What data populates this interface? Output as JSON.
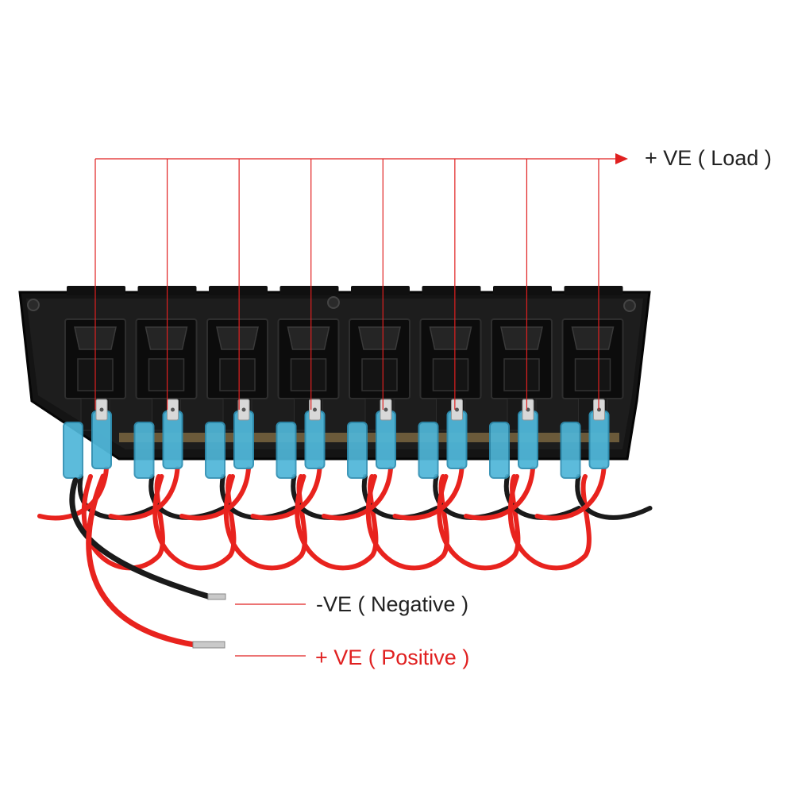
{
  "labels": {
    "load": "+ VE ( Load )",
    "negative": "-VE ( Negative )",
    "positive": "+ VE ( Positive )"
  },
  "switch_count": 8,
  "colors": {
    "annotation_line": "#e02020",
    "panel": "#141414",
    "connector": "#4fb6d8",
    "red_wire": "#e8231e",
    "black_wire": "#1a1a1a",
    "label_text": "#222222",
    "positive_text": "#e02020"
  }
}
